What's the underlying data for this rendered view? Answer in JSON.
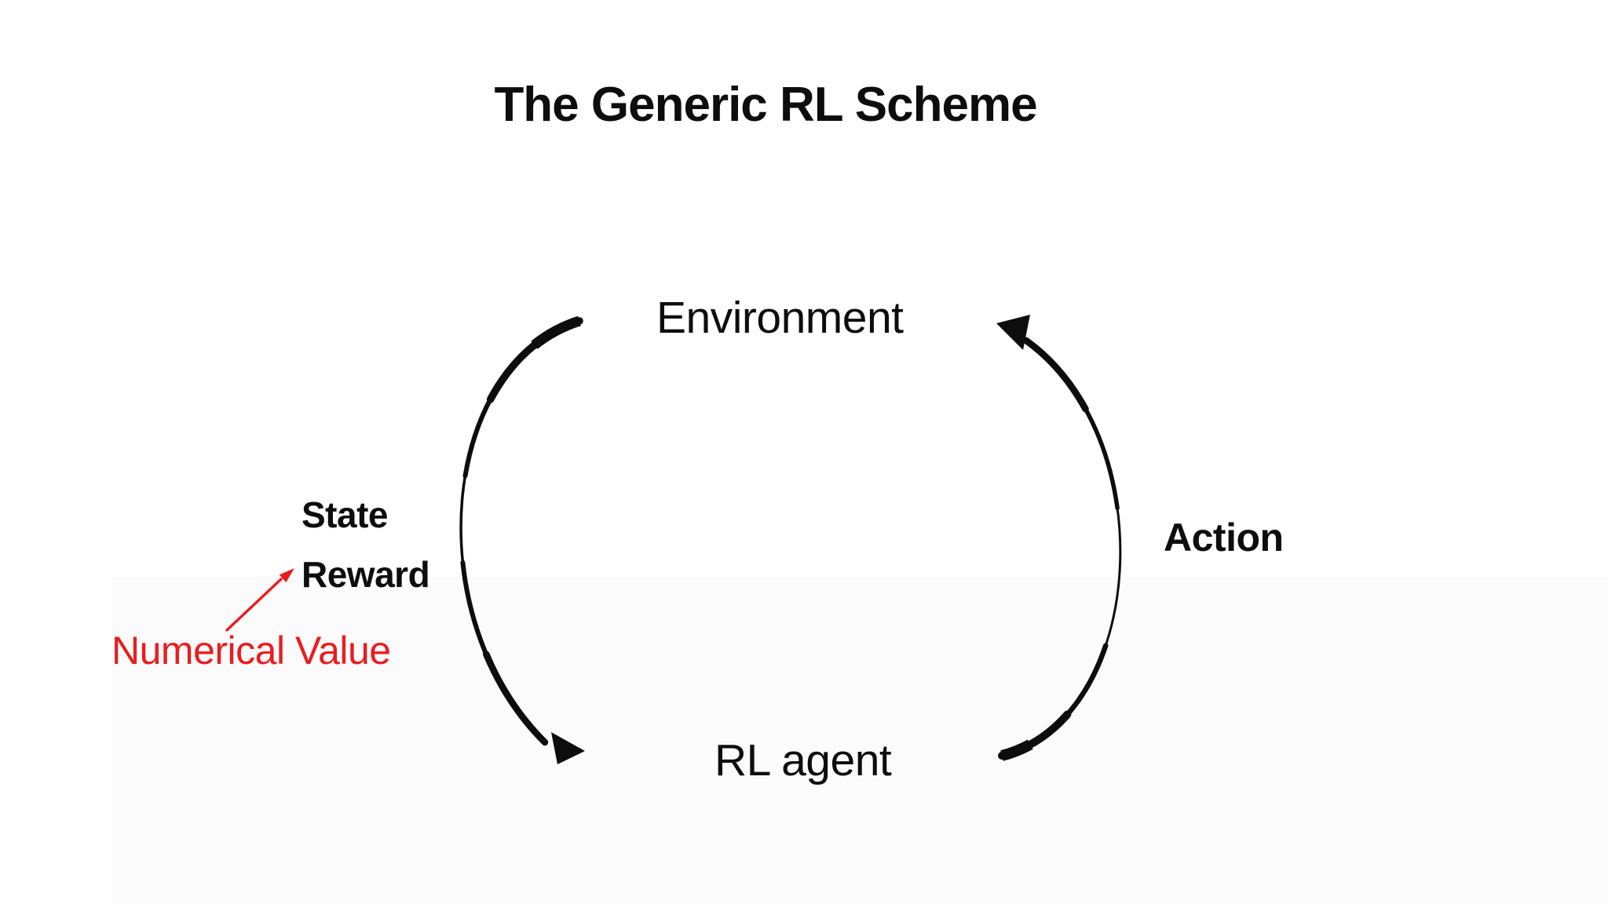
{
  "title": "The Generic RL Scheme",
  "diagram": {
    "nodes": {
      "environment": "Environment",
      "agent": "RL agent"
    },
    "edges": {
      "env_to_agent_label_line1": "State",
      "env_to_agent_label_line2": "Reward",
      "agent_to_env_label": "Action"
    },
    "annotation": {
      "text": "Numerical Value",
      "points_to": "Reward"
    }
  },
  "colors": {
    "ink": "#0d0d0d",
    "annotation_red": "#e91d1f",
    "background": "#ffffff",
    "band": "#fbfbfc"
  }
}
